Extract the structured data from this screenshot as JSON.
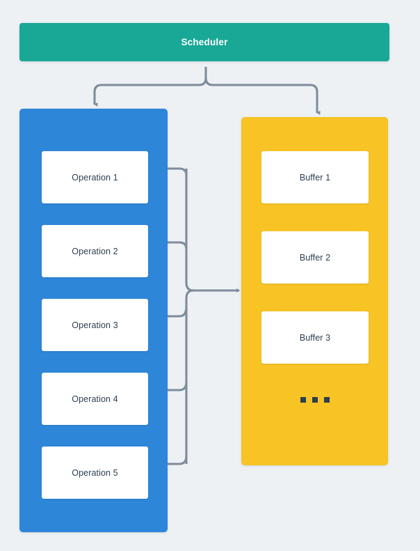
{
  "theme": {
    "background": "#edf1f4",
    "scheduler_color": "#19a896",
    "operations_panel_color": "#2e86d8",
    "buffers_panel_color": "#f7c325",
    "card_color": "#ffffff",
    "text_color": "#2c3e50",
    "connector_color": "#7f8c9b"
  },
  "scheduler": {
    "label": "Scheduler"
  },
  "operations": {
    "cards": [
      {
        "label": "Operation 1"
      },
      {
        "label": "Operation 2"
      },
      {
        "label": "Operation 3"
      },
      {
        "label": "Operation 4"
      },
      {
        "label": "Operation 5"
      }
    ]
  },
  "buffers": {
    "cards": [
      {
        "label": "Buffer 1"
      },
      {
        "label": "Buffer 2"
      },
      {
        "label": "Buffer 3"
      }
    ],
    "more_indicator": "···"
  }
}
